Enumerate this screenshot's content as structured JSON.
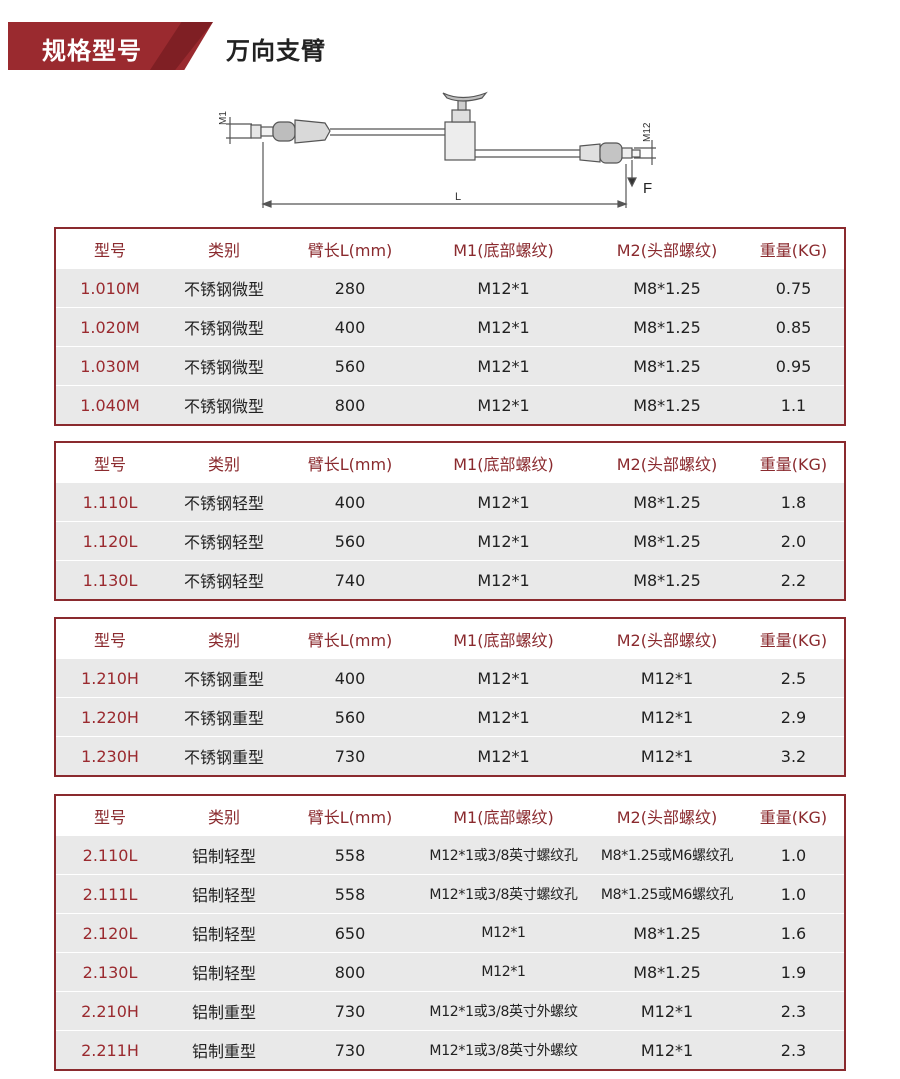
{
  "header": {
    "label": "规格型号",
    "title": "万向支臂"
  },
  "diagram": {
    "m1_label": "M1",
    "m2_label": "M12",
    "l_label": "L",
    "f_label": "F"
  },
  "columns": [
    "型号",
    "类别",
    "臂长L(mm)",
    "M1(底部螺纹)",
    "M2(头部螺纹)",
    "重量(KG)"
  ],
  "tables": [
    {
      "rows": [
        [
          "1.010M",
          "不锈钢微型",
          "280",
          "M12*1",
          "M8*1.25",
          "0.75"
        ],
        [
          "1.020M",
          "不锈钢微型",
          "400",
          "M12*1",
          "M8*1.25",
          "0.85"
        ],
        [
          "1.030M",
          "不锈钢微型",
          "560",
          "M12*1",
          "M8*1.25",
          "0.95"
        ],
        [
          "1.040M",
          "不锈钢微型",
          "800",
          "M12*1",
          "M8*1.25",
          "1.1"
        ]
      ]
    },
    {
      "rows": [
        [
          "1.110L",
          "不锈钢轻型",
          "400",
          "M12*1",
          "M8*1.25",
          "1.8"
        ],
        [
          "1.120L",
          "不锈钢轻型",
          "560",
          "M12*1",
          "M8*1.25",
          "2.0"
        ],
        [
          "1.130L",
          "不锈钢轻型",
          "740",
          "M12*1",
          "M8*1.25",
          "2.2"
        ]
      ]
    },
    {
      "rows": [
        [
          "1.210H",
          "不锈钢重型",
          "400",
          "M12*1",
          "M12*1",
          "2.5"
        ],
        [
          "1.220H",
          "不锈钢重型",
          "560",
          "M12*1",
          "M12*1",
          "2.9"
        ],
        [
          "1.230H",
          "不锈钢重型",
          "730",
          "M12*1",
          "M12*1",
          "3.2"
        ]
      ]
    },
    {
      "rows": [
        [
          "2.110L",
          "铝制轻型",
          "558",
          "M12*1或3/8英寸螺纹孔",
          "M8*1.25或M6螺纹孔",
          "1.0"
        ],
        [
          "2.111L",
          "铝制轻型",
          "558",
          "M12*1或3/8英寸螺纹孔",
          "M8*1.25或M6螺纹孔",
          "1.0"
        ],
        [
          "2.120L",
          "铝制轻型",
          "650",
          "M12*1",
          "M8*1.25",
          "1.6"
        ],
        [
          "2.130L",
          "铝制轻型",
          "800",
          "M12*1",
          "M8*1.25",
          "1.9"
        ],
        [
          "2.210H",
          "铝制重型",
          "730",
          "M12*1或3/8英寸外螺纹",
          "M12*1",
          "2.3"
        ],
        [
          "2.211H",
          "铝制重型",
          "730",
          "M12*1或3/8英寸外螺纹",
          "M12*1",
          "2.3"
        ]
      ]
    }
  ]
}
